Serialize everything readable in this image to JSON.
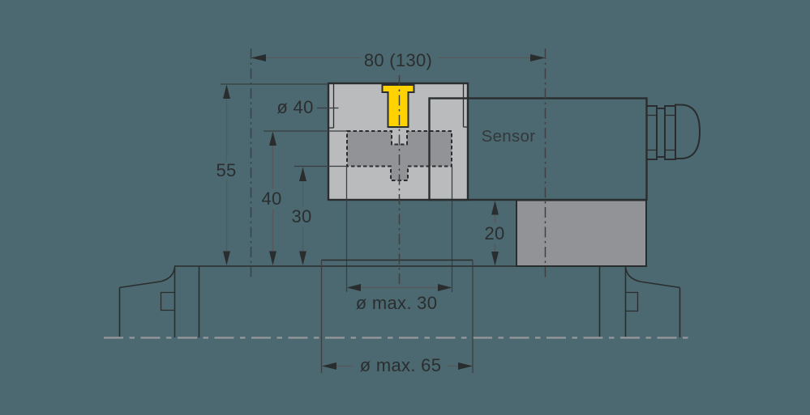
{
  "colors": {
    "background": "#4c6971",
    "body_gray": "#b9bbbd",
    "medium_gray": "#919396",
    "highlight_yellow": "#ffd200",
    "line_black": "#2a2d2e",
    "centerline_gray": "#97999c",
    "dim_gray": "#55595b"
  },
  "dimensions": {
    "width_top": "80 (130)",
    "height_total": "55",
    "height_to_slot_top": "40",
    "height_to_slot_bottom": "30",
    "sensor_offset": "20",
    "ring_diameter": "ø 40",
    "max_inner_diameter": "ø max. 30",
    "max_outer_diameter": "ø max. 65"
  },
  "labels": {
    "sensor": "Sensor"
  }
}
